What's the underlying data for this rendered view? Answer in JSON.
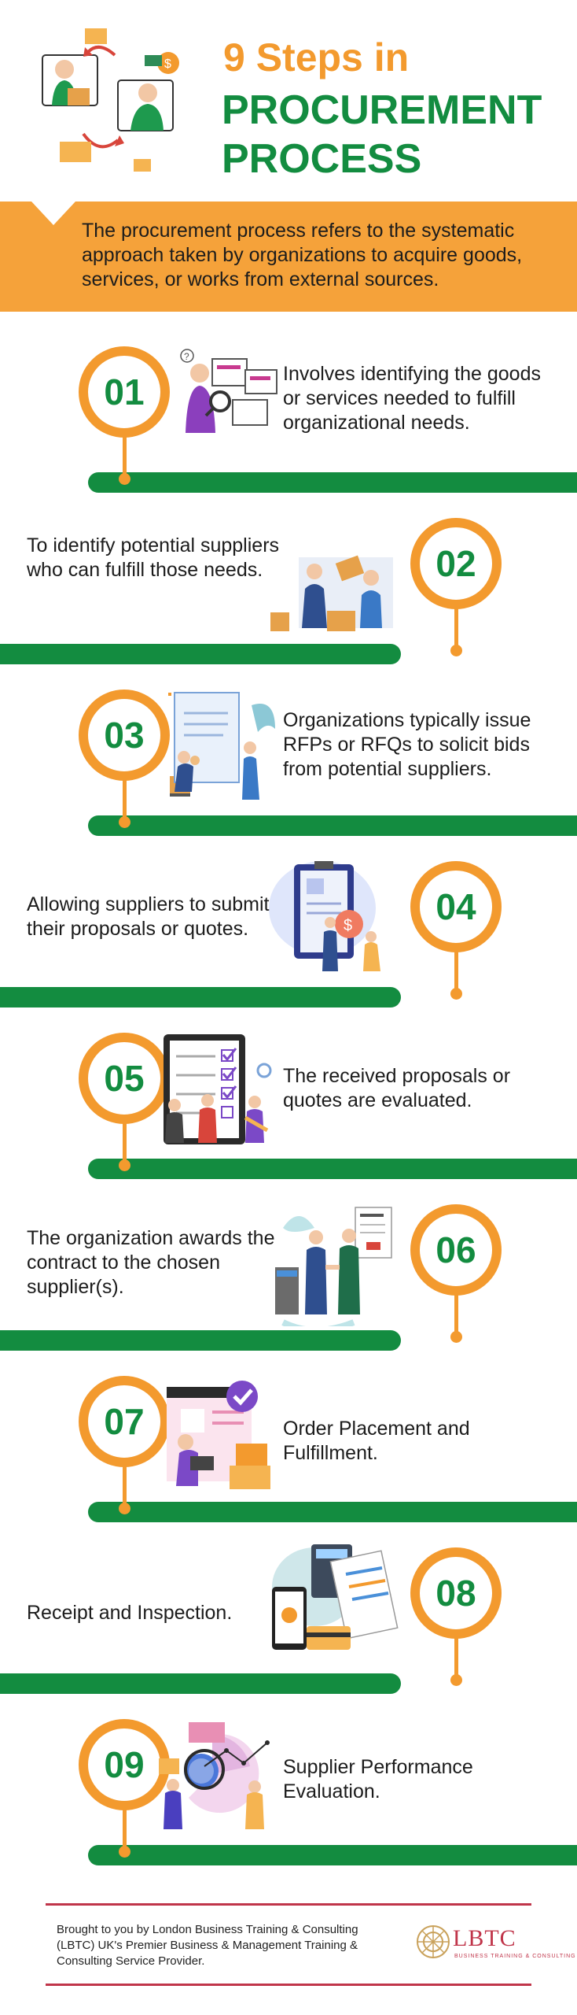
{
  "header": {
    "title_line1": "9 Steps in",
    "title_line2": "PROCUREMENT",
    "title_line3": "PROCESS"
  },
  "intro": {
    "text": "The procurement process refers to the systematic approach taken by organizations to acquire goods, services, or works from external sources."
  },
  "steps": [
    {
      "number": "01",
      "text": "Involves identifying the goods or services needed to fulfill organizational needs.",
      "icon": "magnifier-analysis-icon"
    },
    {
      "number": "02",
      "text": "To identify potential suppliers who can fulfill those needs.",
      "icon": "box-delivery-icon"
    },
    {
      "number": "03",
      "text": "Organizations typically issue RFPs or RFQs to solicit bids from potential suppliers.",
      "icon": "document-board-icon"
    },
    {
      "number": "04",
      "text": "Allowing suppliers to submit their proposals or quotes.",
      "icon": "clipboard-payment-icon"
    },
    {
      "number": "05",
      "text": "The received proposals or quotes are evaluated.",
      "icon": "checklist-icon"
    },
    {
      "number": "06",
      "text": "The organization awards the contract to the chosen supplier(s).",
      "icon": "handshake-contract-icon"
    },
    {
      "number": "07",
      "text": "Order Placement and Fulfillment.",
      "icon": "order-package-icon"
    },
    {
      "number": "08",
      "text": "Receipt and Inspection.",
      "icon": "receipt-devices-icon"
    },
    {
      "number": "09",
      "text": "Supplier Performance Evaluation.",
      "icon": "performance-chart-icon"
    }
  ],
  "footer": {
    "text": "Brought to you by London Business Training & Consulting (LBTC) UK's Premier Business & Management Training & Consulting Service Provider.",
    "logo_text": "LBTC",
    "logo_subtext": "BUSINESS TRAINING & CONSULTING"
  },
  "colors": {
    "orange": "#f39a2e",
    "green": "#138c40",
    "banner": "#f5a23a",
    "brand_red": "#c0354a"
  }
}
